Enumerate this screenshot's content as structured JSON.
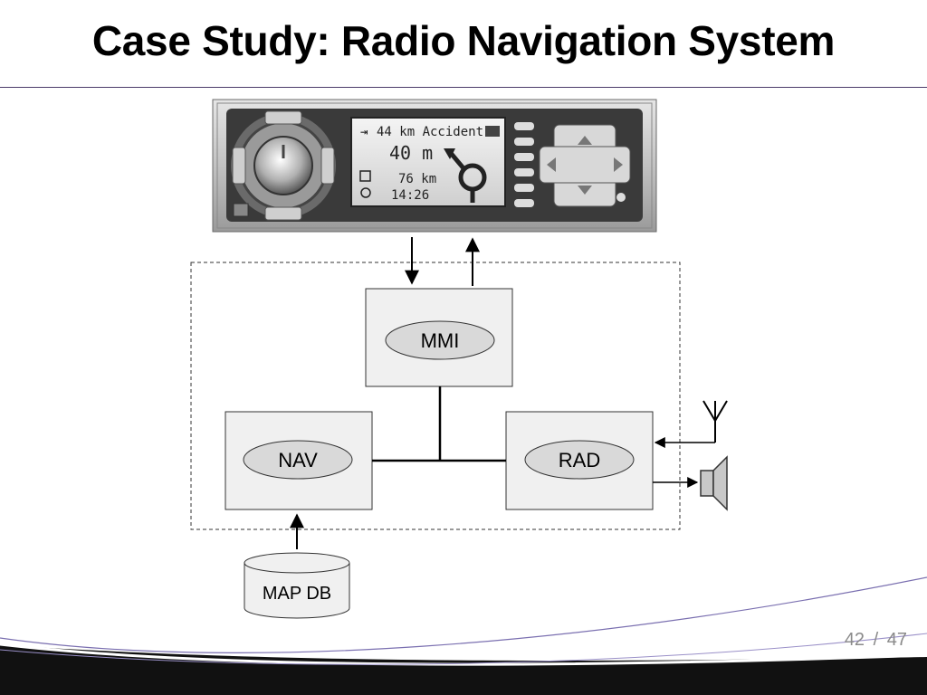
{
  "slide": {
    "title": "Case Study: Radio Navigation System",
    "page_current": "42",
    "page_separator": "/",
    "page_total": "47"
  },
  "radio_display": {
    "distance_line": "44 km Accident",
    "distance_main": "40 m",
    "remaining_distance": "76 km",
    "arrival_time": "14:26"
  },
  "diagram": {
    "mmi_label": "MMI",
    "nav_label": "NAV",
    "rad_label": "RAD",
    "mapdb_label": "MAP DB"
  },
  "colors": {
    "box_fill": "#f0f0f0",
    "ellipse_fill": "#d9d9d9",
    "footer_dark": "#111111",
    "footer_accent": "#7a6fb0"
  }
}
